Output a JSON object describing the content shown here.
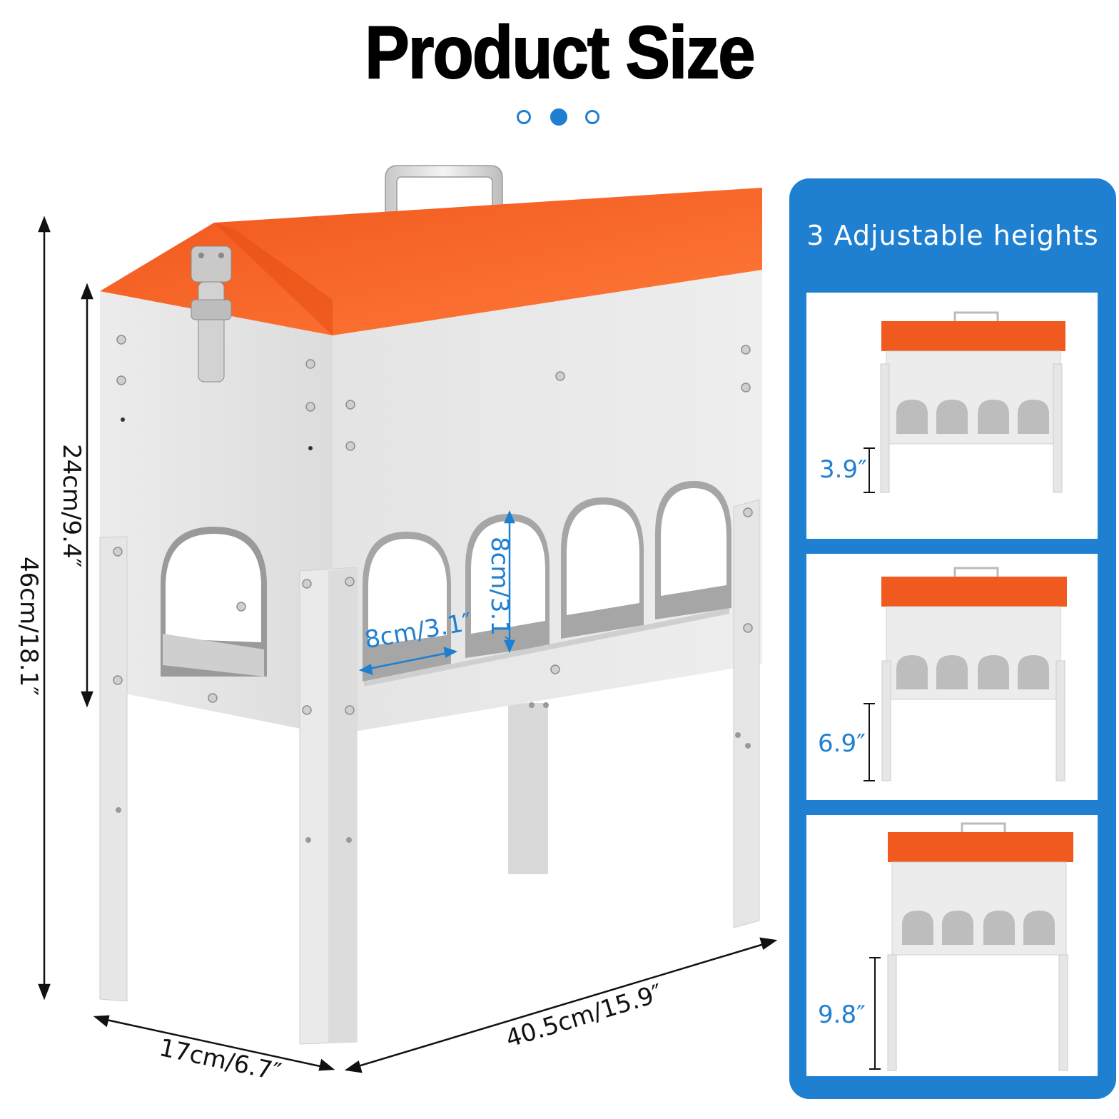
{
  "title": "Product Size",
  "carousel": {
    "count": 3,
    "active_index": 1
  },
  "dimensions": {
    "total_height": "46cm/18.1″",
    "body_height": "24cm/9.4″",
    "opening_height": "8cm/3.1″",
    "opening_width": "8cm/3.1″",
    "depth": "17cm/6.7″",
    "width": "40.5cm/15.9″"
  },
  "panel": {
    "title": "3 Adjustable heights",
    "options": [
      {
        "label": "3.9″"
      },
      {
        "label": "6.9″"
      },
      {
        "label": "9.8″"
      }
    ]
  },
  "colors": {
    "accent": "#1f7fd1",
    "roof": "#f05a1e",
    "metal": "#e6e6e6"
  }
}
